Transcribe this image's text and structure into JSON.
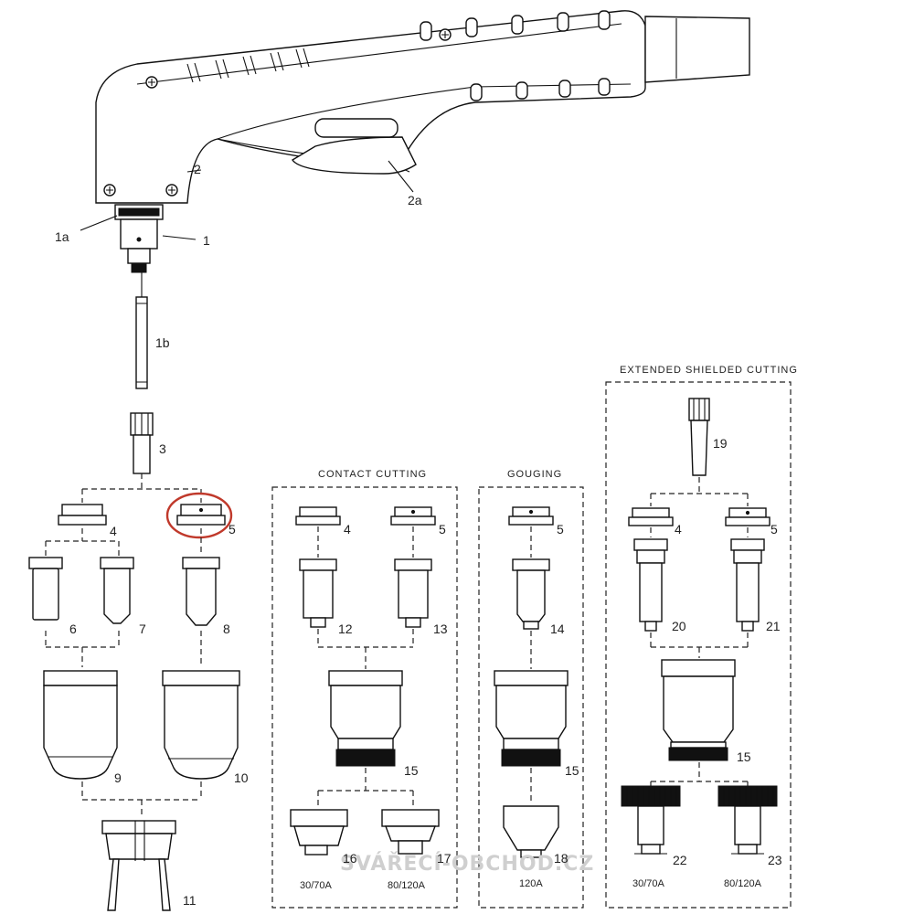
{
  "labels": {
    "p1": "1",
    "p1a": "1a",
    "p1b": "1b",
    "p2": "2",
    "p2a": "2a",
    "p3": "3",
    "p4": "4",
    "p5": "5",
    "p6": "6",
    "p7": "7",
    "p8": "8",
    "p9": "9",
    "p10": "10",
    "p11": "11",
    "cc4": "4",
    "cc5": "5",
    "p12": "12",
    "p13": "13",
    "cc15": "15",
    "p16": "16",
    "p17": "17",
    "g5": "5",
    "p14": "14",
    "g15": "15",
    "p18": "18",
    "p19": "19",
    "e4": "4",
    "e5": "5",
    "p20": "20",
    "p21": "21",
    "e15": "15",
    "p22": "22",
    "p23": "23"
  },
  "sections": {
    "contact": "CONTACT CUTTING",
    "gouging": "GOUGING",
    "extended": "EXTENDED SHIELDED CUTTING"
  },
  "amps": {
    "cc_low": "30/70A",
    "cc_high": "80/120A",
    "g_amp": "120A",
    "e_low": "30/70A",
    "e_high": "80/120A"
  },
  "watermark": "SVÁŘECÍ-OBCHOD.CZ",
  "colors": {
    "highlight": "#c0392b"
  }
}
